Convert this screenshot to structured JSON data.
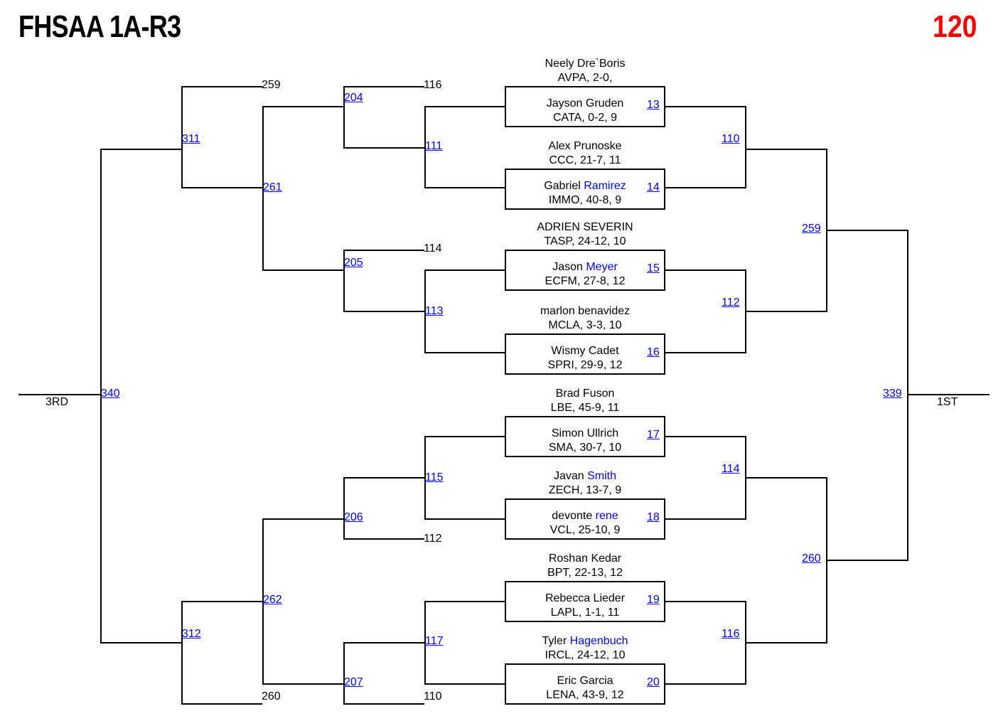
{
  "header": {
    "title": "FHSAA 1A-R3",
    "weight_class": "120"
  },
  "labels": {
    "third": "3RD",
    "first": "1ST"
  },
  "wrestlers": [
    {
      "first": "Neely",
      "last": "Dre`Boris",
      "school": "AVPA, 2-0,",
      "last_link": false
    },
    {
      "first": "Jayson",
      "last": "Gruden",
      "school": "CATA, 0-2, 9",
      "last_link": false
    },
    {
      "first": "Alex",
      "last": "Prunoske",
      "school": "CCC, 21-7, 11",
      "last_link": false
    },
    {
      "first": "Gabriel",
      "last": "Ramirez",
      "school": "IMMO, 40-8, 9",
      "last_link": true
    },
    {
      "first": "ADRIEN",
      "last": "SEVERIN",
      "school": "TASP, 24-12, 10",
      "last_link": false
    },
    {
      "first": "Jason",
      "last": "Meyer",
      "school": "ECFM, 27-8, 12",
      "last_link": true
    },
    {
      "first": "marlon",
      "last": "benavidez",
      "school": "MCLA, 3-3, 10",
      "last_link": false
    },
    {
      "first": "Wismy",
      "last": "Cadet",
      "school": "SPRI, 29-9, 12",
      "last_link": false
    },
    {
      "first": "Brad",
      "last": "Fuson",
      "school": "LBE, 45-9, 11",
      "last_link": false
    },
    {
      "first": "Simon",
      "last": "Ullrich",
      "school": "SMA, 30-7, 10",
      "last_link": false
    },
    {
      "first": "Javan",
      "last": "Smith",
      "school": "ZECH, 13-7, 9",
      "last_link": true
    },
    {
      "first": "devonte",
      "last": "rene",
      "school": "VCL, 25-10, 9",
      "last_link": true
    },
    {
      "first": "Roshan",
      "last": "Kedar",
      "school": "BPT, 22-13, 12",
      "last_link": false
    },
    {
      "first": "Rebecca",
      "last": "Lieder",
      "school": "LAPL, 1-1, 11",
      "last_link": false
    },
    {
      "first": "Tyler",
      "last": "Hagenbuch",
      "school": "IRCL, 24-12, 10",
      "last_link": true
    },
    {
      "first": "Eric",
      "last": "Garcia",
      "school": "LENA, 43-9, 12",
      "last_link": false
    }
  ],
  "bouts": {
    "b13": "13",
    "b14": "14",
    "b15": "15",
    "b16": "16",
    "b17": "17",
    "b18": "18",
    "b19": "19",
    "b20": "20",
    "b110": "110",
    "b112": "112",
    "b114": "114",
    "b116": "116",
    "b259": "259",
    "b260": "260",
    "b339": "339",
    "b111": "111",
    "b113": "113",
    "b115": "115",
    "b117": "117",
    "b204": "204",
    "b205": "205",
    "b206": "206",
    "b207": "207",
    "b261": "261",
    "b262": "262",
    "b311": "311",
    "b312": "312",
    "b340": "340"
  },
  "feeders": {
    "f116": "116",
    "f114": "114",
    "f112": "112",
    "f110": "110",
    "f259": "259",
    "f260": "260"
  }
}
